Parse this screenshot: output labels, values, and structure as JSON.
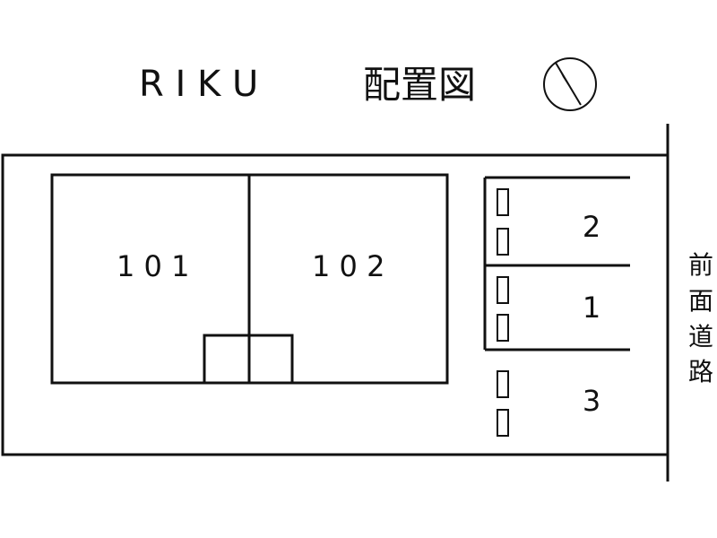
{
  "header": {
    "building_name": "R I K U",
    "title": "配置図"
  },
  "units": [
    {
      "label": "1 0 1"
    },
    {
      "label": "1 0 2"
    }
  ],
  "parking": [
    {
      "label": "2"
    },
    {
      "label": "1"
    },
    {
      "label": "3"
    }
  ],
  "road": {
    "label_chars": [
      "前",
      "面",
      "道",
      "路"
    ]
  },
  "compass": {
    "icon": "north-arrow-icon"
  },
  "colors": {
    "line": "#111111",
    "background": "#ffffff"
  }
}
